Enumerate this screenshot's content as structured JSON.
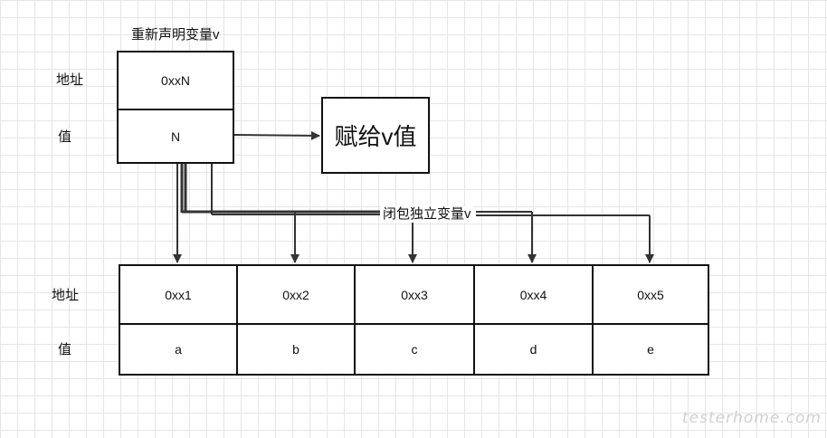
{
  "top": {
    "caption": "重新声明变量v",
    "address_label": "地址",
    "value_label": "值",
    "address": "0xxN",
    "value": "N"
  },
  "assign_box": "赋给v值",
  "closure_label": "闭包独立变量v",
  "array": {
    "address_label": "地址",
    "value_label": "值",
    "cells": [
      {
        "address": "0xx1",
        "value": "a"
      },
      {
        "address": "0xx2",
        "value": "b"
      },
      {
        "address": "0xx3",
        "value": "c"
      },
      {
        "address": "0xx4",
        "value": "d"
      },
      {
        "address": "0xx5",
        "value": "e"
      }
    ]
  },
  "watermark": "testerhome.com"
}
